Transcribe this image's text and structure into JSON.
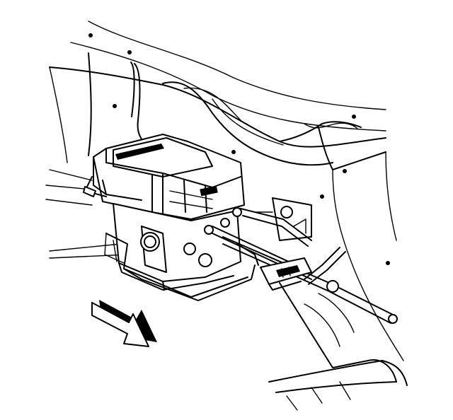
{
  "figure": {
    "background": "#ffffff",
    "line_color": "#000000",
    "parts": [
      "frame-rail",
      "abs-modulator-assembly",
      "brake-pipes",
      "wire-harness",
      "mounting-bracket",
      "retaining-clip",
      "front-direction-arrow"
    ]
  }
}
